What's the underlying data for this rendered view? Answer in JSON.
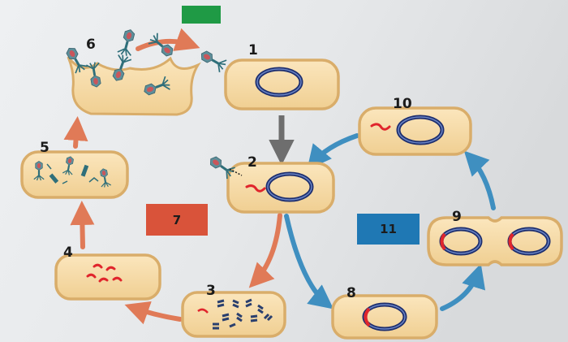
{
  "stage_labels": {
    "s1": "1",
    "s2": "2",
    "s3": "3",
    "s4": "4",
    "s5": "5",
    "s6": "6",
    "s8": "8",
    "s9": "9",
    "s10": "10"
  },
  "answer_boxes": {
    "top": {
      "text": "",
      "color": "#1f9a45"
    },
    "lytic": {
      "text": "7",
      "color": "#d9533a"
    },
    "lysogenic": {
      "text": "11",
      "color": "#1f78b4"
    }
  },
  "colors": {
    "cell_fill": "#f7ddb0",
    "cell_border": "#d9ad6a",
    "lytic_arrow": "#e07a57",
    "lysogenic_arrow": "#3f8fc0",
    "connector_arrow": "#6e6e6e",
    "bacterial_dna": "#1d2e6e",
    "phage_dna": "#e0252c"
  }
}
